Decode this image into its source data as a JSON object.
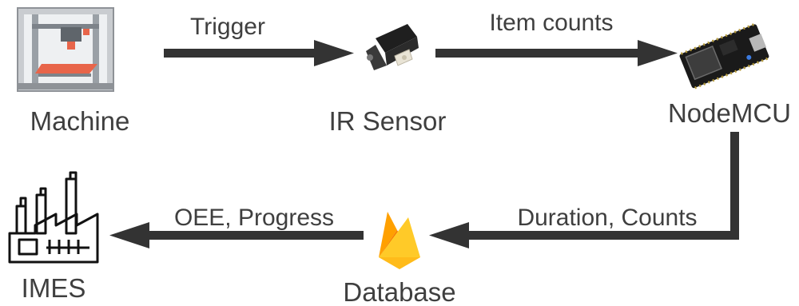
{
  "nodes": {
    "machine": {
      "label": "Machine",
      "icon": "3d-printer-icon"
    },
    "ir_sensor": {
      "label": "IR Sensor",
      "icon": "ir-sensor-icon"
    },
    "nodemcu": {
      "label": "NodeMCU",
      "icon": "nodemcu-board-icon"
    },
    "database": {
      "label": "Database",
      "icon": "firebase-flame-icon"
    },
    "imes": {
      "label": "IMES",
      "icon": "factory-icon"
    }
  },
  "edges": {
    "machine_to_sensor": {
      "label": "Trigger"
    },
    "sensor_to_nodemcu": {
      "label": "Item counts"
    },
    "nodemcu_to_database": {
      "label": "Duration, Counts"
    },
    "database_to_imes": {
      "label": "OEE, Progress"
    }
  },
  "colors": {
    "arrow": "#333333",
    "text": "#3f3f3f",
    "firebase_yellow": "#FFCA28",
    "firebase_orange": "#F57C00",
    "firebase_amber": "#FFA000",
    "printer_accent": "#E8654A"
  }
}
